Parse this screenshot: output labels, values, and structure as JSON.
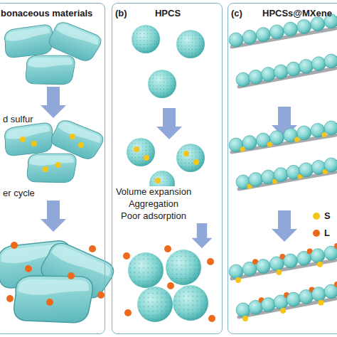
{
  "diagram": {
    "nodes": [
      {
        "text": [
          "bonaceous materials"
        ]
      },
      {
        "text": [
          "(b)",
          "HPCS"
        ]
      },
      {
        "text": [
          "(c)",
          "HPCSs@MXene"
        ]
      }
    ],
    "labels": [
      "d sulfur",
      "er cycle",
      "Volume expansion",
      "Aggregation",
      "Poor adsorption"
    ],
    "legend": [
      {
        "text": "S",
        "color": "#f5c518"
      },
      {
        "text": "L",
        "color": "#ec6a1c"
      }
    ]
  }
}
